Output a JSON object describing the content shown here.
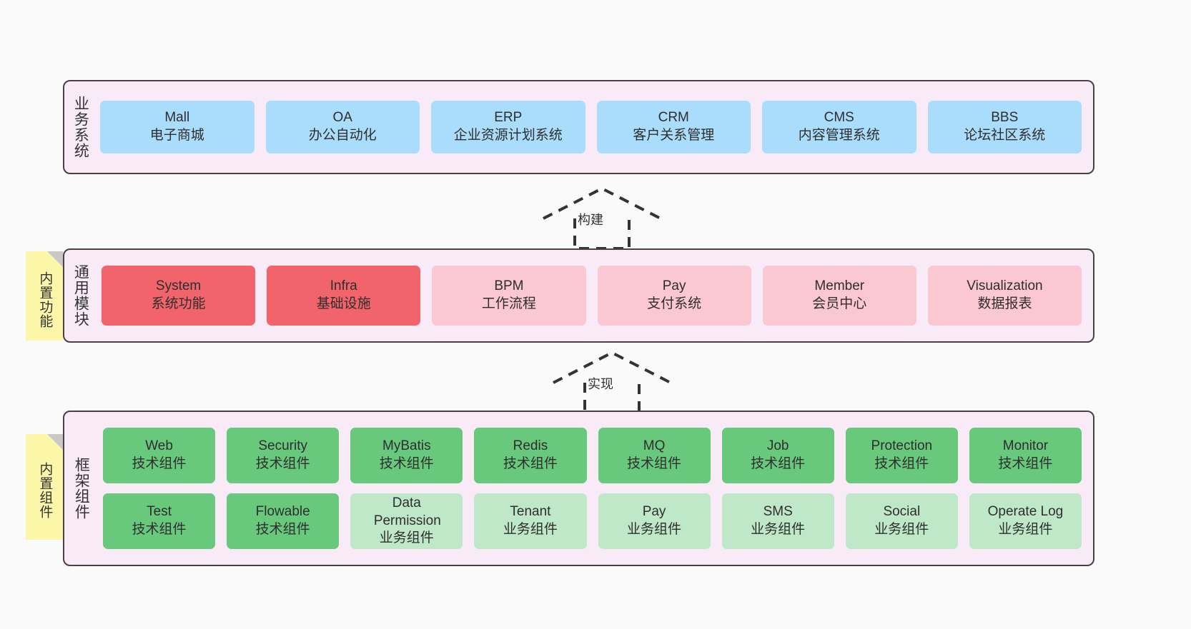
{
  "diagram": {
    "title": "",
    "background_color": "#fafafa",
    "layer_bg_color": "#f8eaf6",
    "layer_border_color": "#4a3f45",
    "note_color": "#fcf7a8",
    "colors": {
      "blue": "#aaddfb",
      "red": "#f1646c",
      "pink": "#fbc7d0",
      "green": "#68c97d",
      "light_green": "#bfe8c8"
    }
  },
  "layers": [
    {
      "id": "business",
      "title": "业务系统",
      "rows": [
        {
          "cells": [
            {
              "en": "Mall",
              "cn": "电子商城",
              "color": "blue"
            },
            {
              "en": "OA",
              "cn": "办公自动化",
              "color": "blue"
            },
            {
              "en": "ERP",
              "cn": "企业资源计划系统",
              "color": "blue"
            },
            {
              "en": "CRM",
              "cn": "客户关系管理",
              "color": "blue"
            },
            {
              "en": "CMS",
              "cn": "内容管理系统",
              "color": "blue"
            },
            {
              "en": "BBS",
              "cn": "论坛社区系统",
              "color": "blue"
            }
          ]
        }
      ]
    },
    {
      "id": "common",
      "title": "通用模块",
      "note": "内置功能",
      "rows": [
        {
          "cells": [
            {
              "en": "System",
              "cn": "系统功能",
              "color": "red"
            },
            {
              "en": "Infra",
              "cn": "基础设施",
              "color": "red"
            },
            {
              "en": "BPM",
              "cn": "工作流程",
              "color": "pink"
            },
            {
              "en": "Pay",
              "cn": "支付系统",
              "color": "pink"
            },
            {
              "en": "Member",
              "cn": "会员中心",
              "color": "pink"
            },
            {
              "en": "Visualization",
              "cn": "数据报表",
              "color": "pink"
            }
          ]
        }
      ]
    },
    {
      "id": "framework",
      "title": "框架组件",
      "note": "内置组件",
      "rows": [
        {
          "cells": [
            {
              "en": "Web",
              "cn": "技术组件",
              "color": "green"
            },
            {
              "en": "Security",
              "cn": "技术组件",
              "color": "green"
            },
            {
              "en": "MyBatis",
              "cn": "技术组件",
              "color": "green"
            },
            {
              "en": "Redis",
              "cn": "技术组件",
              "color": "green"
            },
            {
              "en": "MQ",
              "cn": "技术组件",
              "color": "green"
            },
            {
              "en": "Job",
              "cn": "技术组件",
              "color": "green"
            },
            {
              "en": "Protection",
              "cn": "技术组件",
              "color": "green"
            },
            {
              "en": "Monitor",
              "cn": "技术组件",
              "color": "green"
            }
          ]
        },
        {
          "cells": [
            {
              "en": "Test",
              "cn": "技术组件",
              "color": "green"
            },
            {
              "en": "Flowable",
              "cn": "技术组件",
              "color": "green"
            },
            {
              "en": "Data Permission",
              "cn": "业务组件",
              "color": "light_green"
            },
            {
              "en": "Tenant",
              "cn": "业务组件",
              "color": "light_green"
            },
            {
              "en": "Pay",
              "cn": "业务组件",
              "color": "light_green"
            },
            {
              "en": "SMS",
              "cn": "业务组件",
              "color": "light_green"
            },
            {
              "en": "Social",
              "cn": "业务组件",
              "color": "light_green"
            },
            {
              "en": "Operate Log",
              "cn": "业务组件",
              "color": "light_green"
            }
          ]
        }
      ]
    }
  ],
  "connectors": [
    {
      "id": "build",
      "label": "构建",
      "from": "common",
      "to": "business",
      "style": "dashed-generalization"
    },
    {
      "id": "realize",
      "label": "实现",
      "from": "framework",
      "to": "common",
      "style": "dashed-generalization"
    }
  ]
}
